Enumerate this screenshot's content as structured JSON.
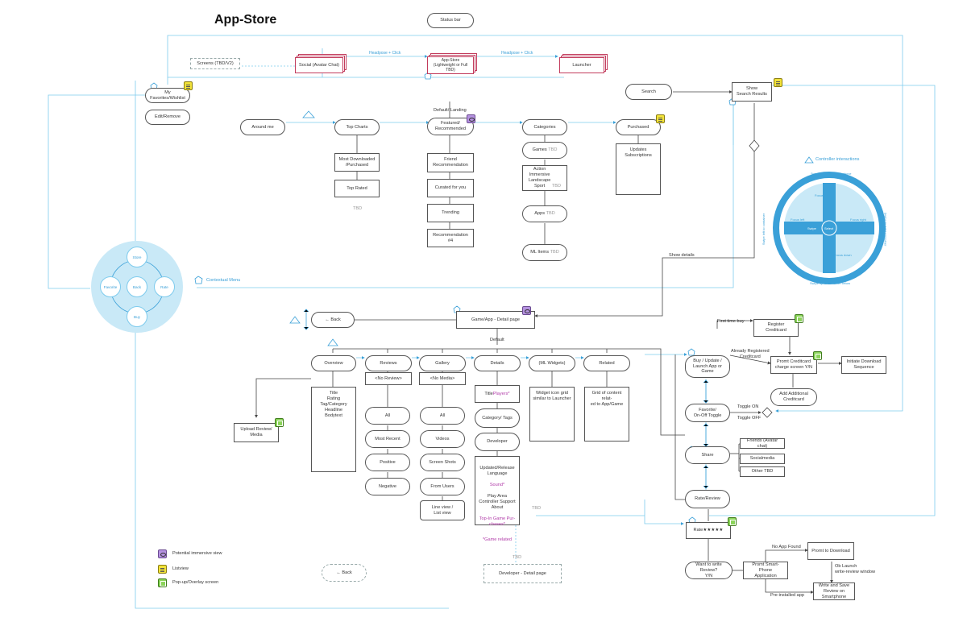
{
  "title": "App-Store",
  "status_bar": "Status bar",
  "screens_tbd": "Screens (TBD/V2)",
  "social": "Social (Avatar Chat)",
  "app_store": "App-Store\n(Lightweight or Full TBD)",
  "launcher": "Launcher",
  "headpose_left": "Headpose + Click",
  "headpose_right": "Headpose + Click",
  "favorites": "My Favorites/Wishlist",
  "edit_remove": "Edit/Remove",
  "search": "Search",
  "show_search": "Show\nSearch Results",
  "default_landing": "Default/ Landing",
  "around_me": "Around me",
  "top_charts": "Top Charts",
  "featured": "Featured/\nRecommended",
  "categories": "Categories",
  "purchased": "Purchased",
  "most_downloaded": "Most Downloaded\n/Purchased",
  "top_rated": "Top Rated",
  "tbd_top": "TBD",
  "friend_rec": "Friend\nRecommendation",
  "curated": "Curated for you",
  "trending": "Trending",
  "rec4": "Recommendation #4",
  "games": "Games",
  "games_tbd": "TBD",
  "action": "Action\nImmersive\nLandscape\nSport",
  "action_tbd": "TBD",
  "apps": "Apps",
  "apps_tbd": "TBD",
  "ml_items": "ML Items",
  "ml_items_tbd": "TBD",
  "updates": "Updates\nSubscriptions",
  "controller_title": "Controller interactions",
  "ctrl_swipe_up": "Swipe up to container above",
  "ctrl_swipe_down": "Swipe up to container below",
  "ctrl_swipe_left": "Swipe left to container",
  "ctrl_swipe_right": "Swipe to right container",
  "ctrl_focus_left": "Focus left",
  "ctrl_focus_right": "Focus right",
  "ctrl_focus_up": "Focus up",
  "ctrl_focus_down": "Focus down",
  "ctrl_select": "Select",
  "ctrl_swipe": "Swipe",
  "show_details": "Show details",
  "ctx_store": "Store",
  "ctx_favorite": "Favorite",
  "ctx_back": "Back",
  "ctx_rate": "Rate",
  "ctx_buy": "Buy",
  "contextual_menu": "Contextual Menu",
  "back": "Back",
  "game_app": "Game/App  -  Detail page",
  "default": "Default",
  "overview": "Overview",
  "reviews": "Reviews",
  "gallery": "Gallery",
  "details": "Details",
  "ml_widgets": "(ML Widgets)",
  "related": "Related",
  "no_review": "<No Review>",
  "no_media": "<No Media>",
  "overview_list": "Title\nRating\nTag/Category\nHeadline\nBodytext",
  "upload_review": "Upload Review/\nMedia",
  "rev_all": "All",
  "rev_recent": "Most Recent",
  "rev_positive": "Positive",
  "rev_negative": "Negative",
  "gal_all": "All",
  "gal_videos": "Videos",
  "gal_screens": "Screen Shots",
  "gal_users": "From Users",
  "gal_line": "Line view /\nList view",
  "det_title": "Title",
  "det_players": "Players*",
  "det_category": "Category/ Tags",
  "det_developer": "Developer",
  "det_info": "Updated/Release\nLanguage",
  "det_sound": "Sound*",
  "det_info2": "Play Area\nController Support\nAbout",
  "det_topin": "Top-In Game Pur-\nchases*",
  "det_game_related": "*Game related",
  "det_tbd": "TBD",
  "widget_grid": "Widget icon grid\nsimilar to Launcher",
  "related_grid": "Grid of content relat-\ned to App/Game",
  "first_time_buy": "First time buy",
  "register_card": "Register\nCreditcard",
  "already_registered": "Already Registered\nCreditcard",
  "buy_update": "Buy / Update /\nLaunch App or Game",
  "prompt_card": "Promt Creditcard\ncharge screen Y/N",
  "initiate_download": "Initiate Download\nSequence",
  "add_card": "Add Additional\nCreditcard",
  "favorite_toggle": "Favorite/\nOn-Off Toggle",
  "toggle_on": "Toggle ON",
  "toggle_off": "Toggle OFF",
  "share": "Share",
  "friends_avatar": "Friends (Avatar chat)",
  "socialmedia": "Socialmedia",
  "other_tbd": "Other TBD",
  "rate_review": "Rate/Review",
  "rate": "Rate",
  "stars": "★★★★★",
  "want_write": "Want to write Review?\nY/N",
  "prompt_smartphone": "Promt Smart-Phone\nApplication",
  "no_app_found": "No App Found",
  "prompt_download": "Promt to Download",
  "ob_launch": "Ob Launch\nwrite-review window",
  "write_save": "Write and Save\nReview on Smartphone",
  "preinstalled": "Pre-installed app",
  "tbd_bottom": "TBD",
  "tbd_details": "TBD",
  "back_bottom": "Back",
  "developer_detail": "Developer  -  Detail page",
  "legend": {
    "immersive": "Potential immersive view",
    "listview": "Listview",
    "popup": "Pop-up/Overlay screen"
  },
  "colors": {
    "blue": "#3aa0d8",
    "circle": "#c9e9f7",
    "list_badge": "#f2e33a",
    "eye_badge": "#b592e0",
    "popup_badge": "#8bd45a",
    "stack": "#c23b5c"
  }
}
